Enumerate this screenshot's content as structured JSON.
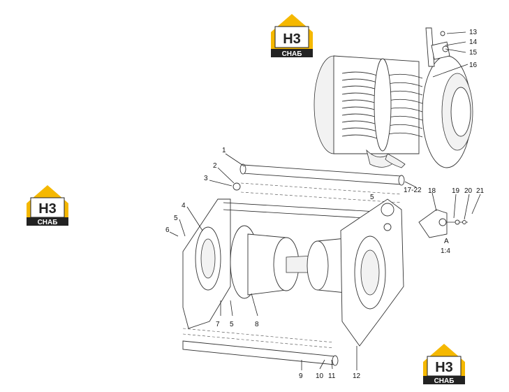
{
  "logo": {
    "top_text": "Н3",
    "bottom_text": "СНАБ",
    "accent": "#f5b800",
    "dark": "#222222"
  },
  "callouts": [
    "1",
    "2",
    "3",
    "4",
    "5",
    "6",
    "5",
    "7",
    "5",
    "8",
    "9",
    "10",
    "11",
    "12",
    "13",
    "14",
    "15",
    "16",
    "17-22",
    "18",
    "19",
    "20",
    "21"
  ],
  "detail_view": {
    "name": "А",
    "scale": "1:4"
  }
}
